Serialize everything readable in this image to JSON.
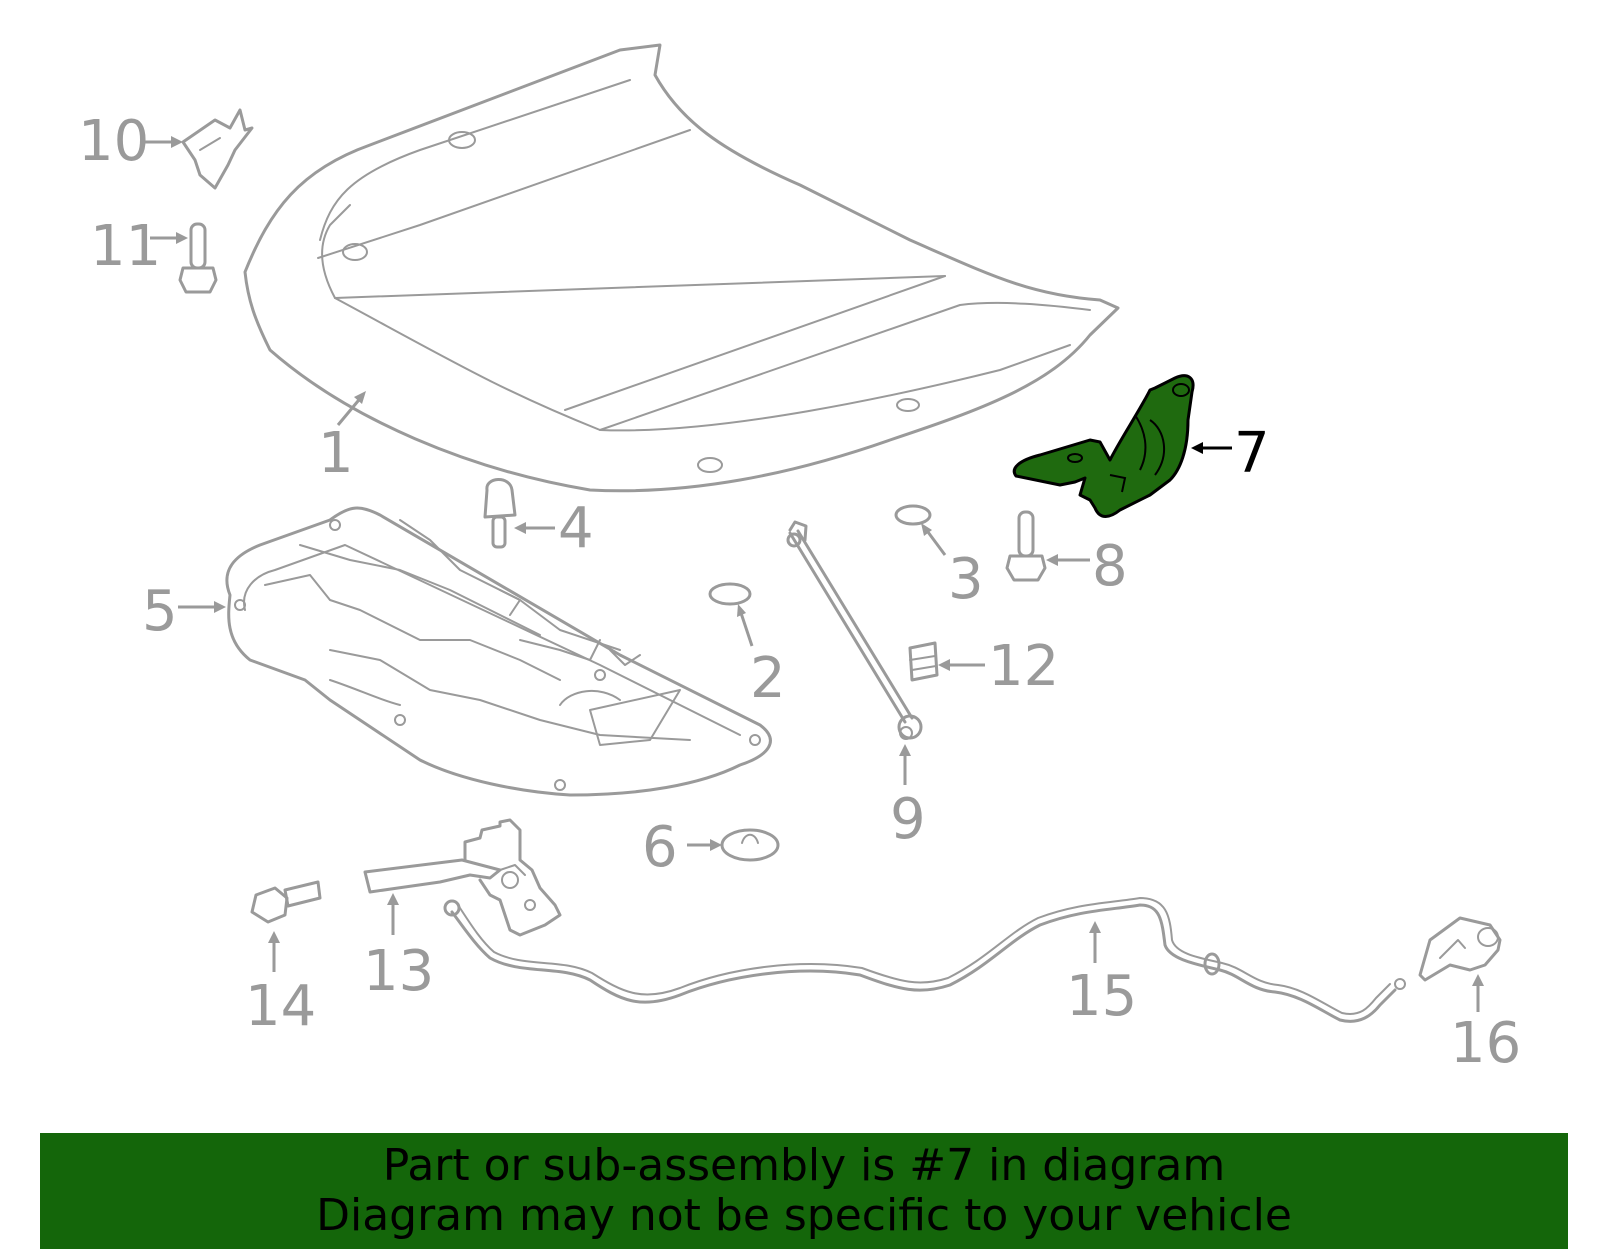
{
  "highlight_color": "#14660a",
  "highlighted_part": "7",
  "callouts": {
    "c1": "1",
    "c2": "2",
    "c3": "3",
    "c4": "4",
    "c5": "5",
    "c6": "6",
    "c7": "7",
    "c8": "8",
    "c9": "9",
    "c10": "10",
    "c11": "11",
    "c12": "12",
    "c13": "13",
    "c14": "14",
    "c15": "15",
    "c16": "16"
  },
  "banner": {
    "line1": "Part or sub-assembly is #7 in diagram",
    "line2": "Diagram may not be specific to your vehicle"
  }
}
